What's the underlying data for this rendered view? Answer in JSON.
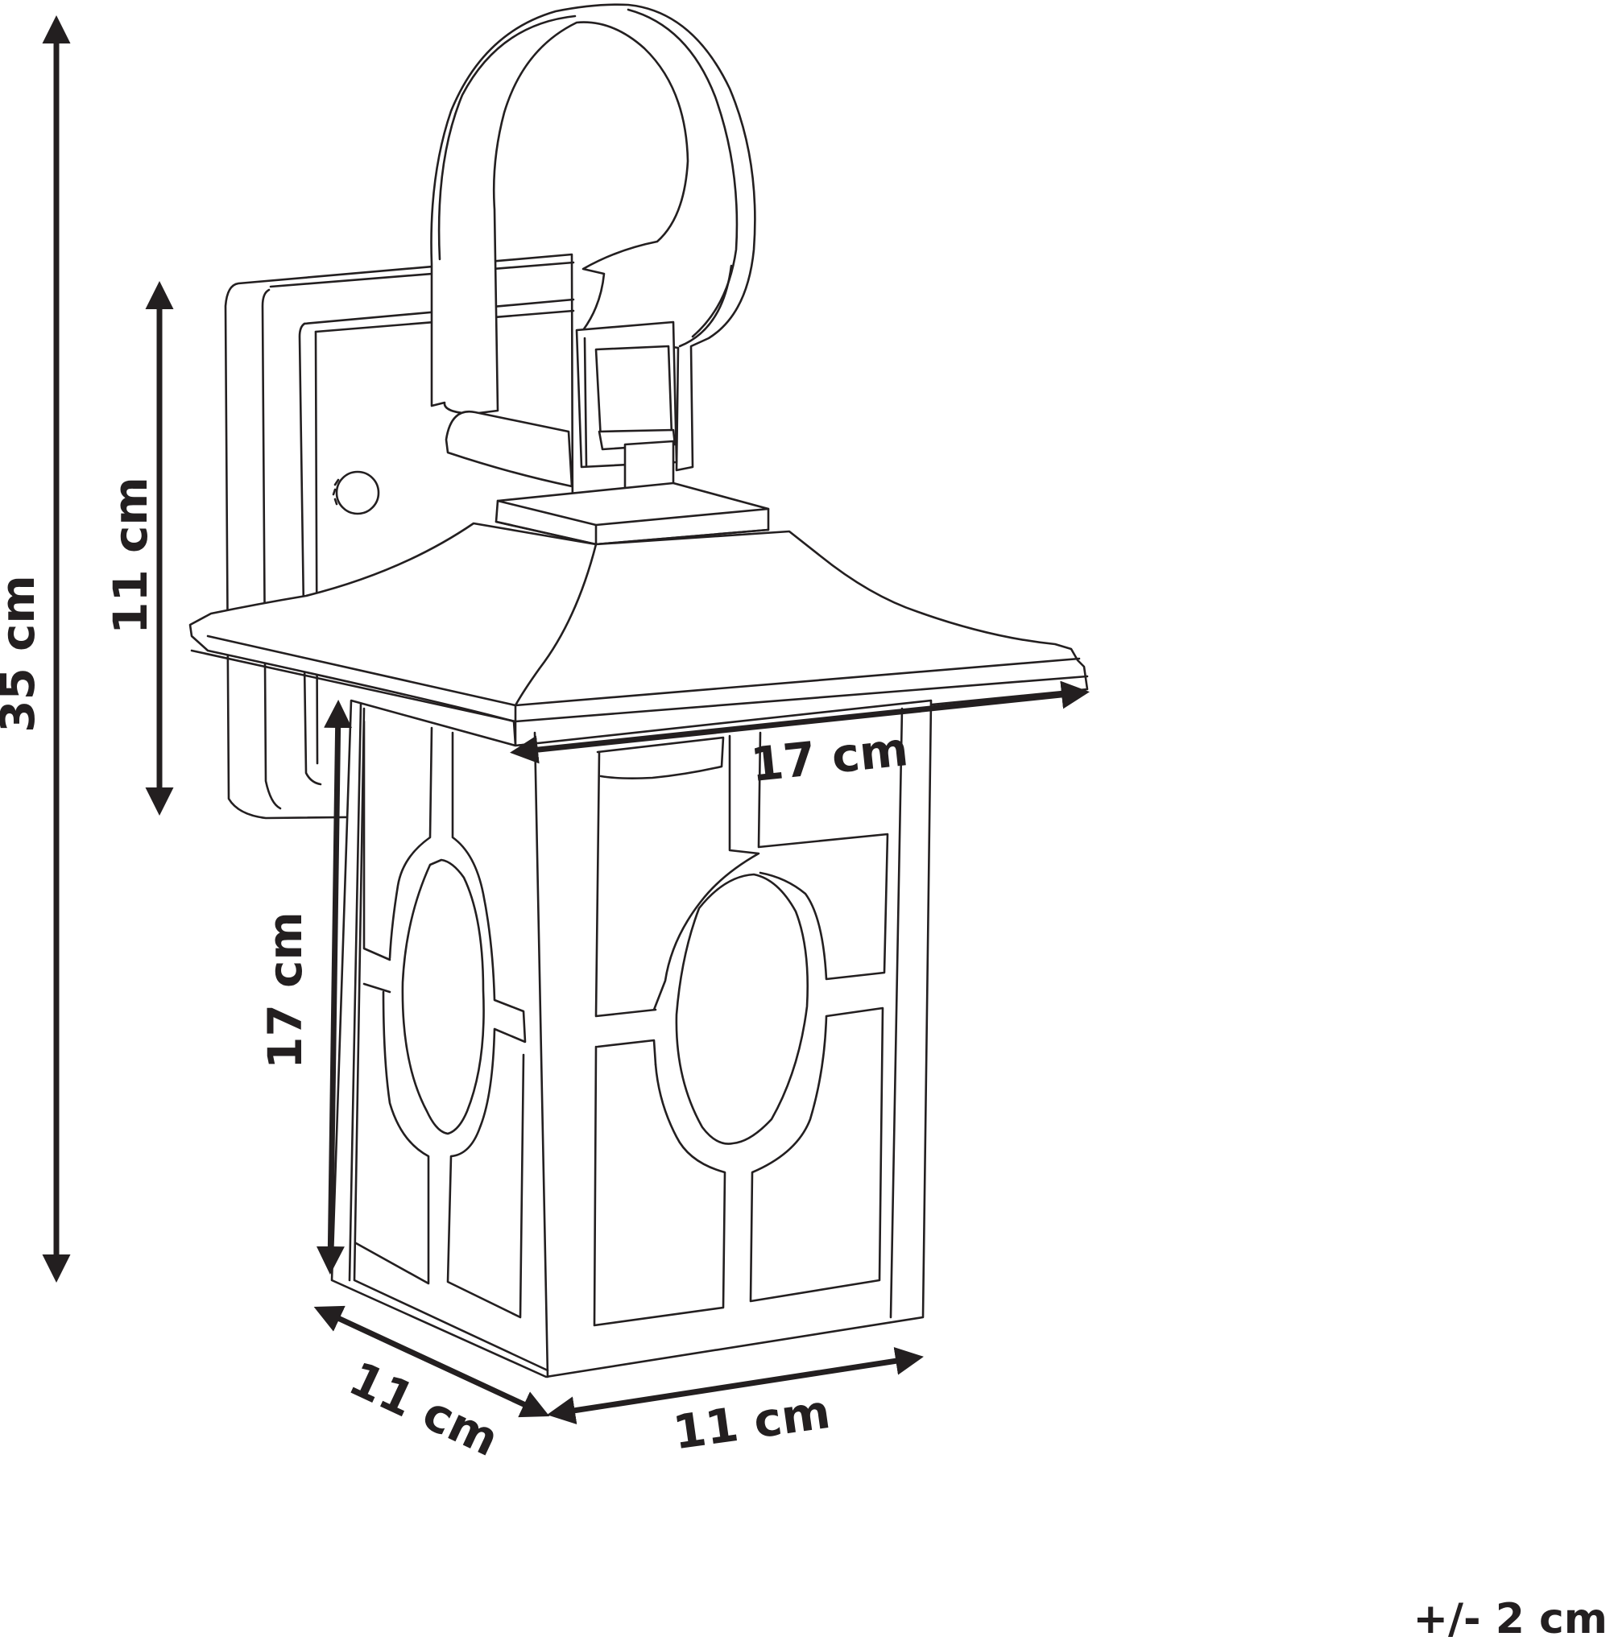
{
  "dimensions": {
    "total_height": "35 cm",
    "back_plate_height": "11 cm",
    "top_width": "17 cm",
    "body_height": "17 cm",
    "base_depth": "11 cm",
    "base_width": "11 cm"
  },
  "tolerance": "+/- 2 cm",
  "colors": {
    "line": "#231f20",
    "background": "#ffffff"
  }
}
